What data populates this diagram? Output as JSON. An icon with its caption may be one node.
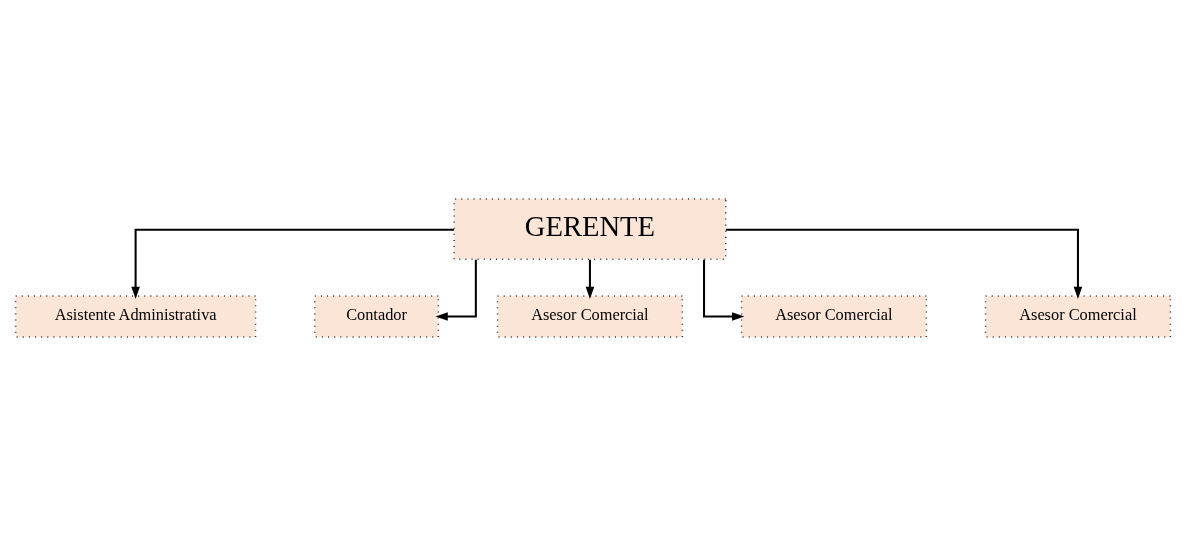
{
  "diagram": {
    "nodes": [
      {
        "text": [
          "GERENTE"
        ]
      },
      {
        "text": [
          "Asistente Administrativa"
        ]
      },
      {
        "text": [
          "Contador"
        ]
      },
      {
        "text": [
          "Asesor Comercial"
        ]
      },
      {
        "text": [
          "Asesor Comercial"
        ]
      },
      {
        "text": [
          "Asesor Comercial"
        ]
      }
    ],
    "edges": [
      {
        "from": 0,
        "to": 1,
        "arrow": "to"
      },
      {
        "from": 0,
        "to": 2,
        "arrow": "to"
      },
      {
        "from": 0,
        "to": 3,
        "arrow": "to"
      },
      {
        "from": 0,
        "to": 4,
        "arrow": "to"
      },
      {
        "from": 0,
        "to": 5,
        "arrow": "to"
      }
    ]
  }
}
